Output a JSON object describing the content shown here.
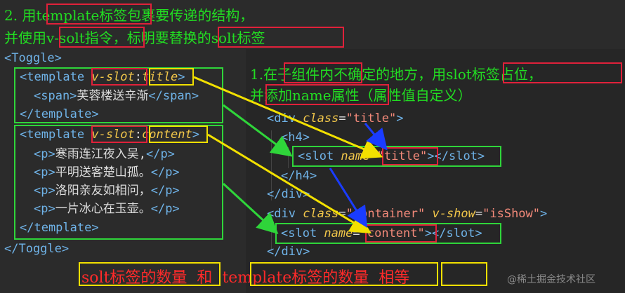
{
  "notes": {
    "left_line1_prefix": "2. 用",
    "left_line1_boxed": "template标签",
    "left_line1_suffix": "包裹要传递的结构，",
    "left_line2_prefix": "并使用",
    "left_line2_boxed1": "v-solt指令",
    "left_line2_mid": "，标明要",
    "left_line2_boxed2": "替换的solt标签",
    "right_line1_prefix": "1.在",
    "right_line1_boxed1": "子组件内",
    "right_line1_mid": "不确定的地方，用",
    "right_line1_boxed2": "slot标签占位",
    "right_line1_suffix": "，",
    "right_line2_prefix": "并",
    "right_line2_boxed": "添加name属性",
    "right_line2_suffix": "（属性值自定义）"
  },
  "left_code": {
    "toggle_open": "<Toggle>",
    "tpl1_open_a": "<template ",
    "tpl1_dir": "v-slot",
    "tpl1_colon": ":",
    "tpl1_arg": "title",
    "tpl1_close_bracket": ">",
    "span_open": "<span>",
    "span_text": "芙蓉楼送辛渐",
    "span_close": "</span>",
    "tpl1_close": "</template>",
    "tpl2_open_a": "<template ",
    "tpl2_dir": "v-slot",
    "tpl2_colon": ":",
    "tpl2_arg": "content",
    "tpl2_close_bracket": ">",
    "p_lines": [
      {
        "open": "<p>",
        "text": "寒雨连江夜入吴,",
        "close": "</p>"
      },
      {
        "open": "<p>",
        "text": "平明送客楚山孤。",
        "close": "</p>"
      },
      {
        "open": "<p>",
        "text": "洛阳亲友如相问，",
        "close": "</p>"
      },
      {
        "open": "<p>",
        "text": "一片冰心在玉壶。",
        "close": "</p>"
      }
    ],
    "tpl2_close": "</template>",
    "toggle_close": "</Toggle>"
  },
  "right_code": {
    "div1_open_a": "<div ",
    "div1_attr": "class",
    "div1_eq": "=",
    "div1_val": "\"title\"",
    "div1_close_br": ">",
    "h4_open": "<h4>",
    "slot1_open": "<slot ",
    "slot1_attr": "name",
    "slot1_eq": "=",
    "slot1_val": "\"title\"",
    "slot1_tail": "></slot>",
    "h4_close": "</h4>",
    "div1_close": "</div>",
    "div2_open_a": "<div ",
    "div2_attr": "class",
    "div2_eq": "=",
    "div2_val": "\"container\"",
    "div2_attr2": " v-show",
    "div2_eq2": "=",
    "div2_val2": "\"isShow\"",
    "div2_close_br": ">",
    "slot2_open": "<slot ",
    "slot2_attr": "name",
    "slot2_eq": "=",
    "slot2_val": "\"content\"",
    "slot2_tail": "></slot>",
    "div2_close": "</div>"
  },
  "bottom": {
    "part1": "solt标签的数量",
    "and": "和",
    "part2": "template标签的数量",
    "part3": "相等"
  },
  "watermark": "@稀土掘金技术社区",
  "colors": {
    "background": "#2b2b2b",
    "note_green": "#22dd22",
    "box_red": "#e0213a",
    "box_green": "#2fd53a",
    "box_yellow": "#f2e000",
    "arrow_blue": "#1a3cff"
  }
}
